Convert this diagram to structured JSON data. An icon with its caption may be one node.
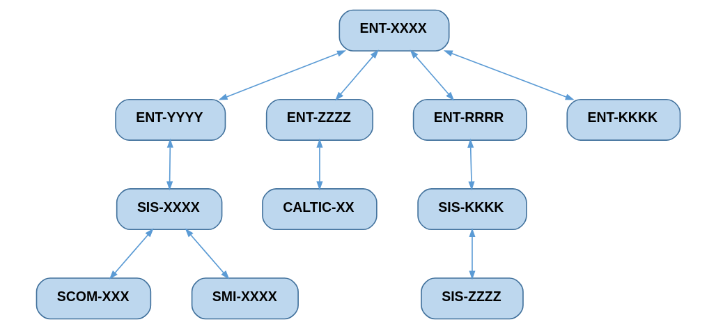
{
  "diagram": {
    "nodes": [
      {
        "text": [
          "ENT-XXXX"
        ]
      },
      {
        "text": [
          "ENT-YYYY"
        ]
      },
      {
        "text": [
          "ENT-ZZZZ"
        ]
      },
      {
        "text": [
          "ENT-RRRR"
        ]
      },
      {
        "text": [
          "ENT-KKKK"
        ]
      },
      {
        "text": [
          "SIS-XXXX"
        ]
      },
      {
        "text": [
          "CALTIC-XX"
        ]
      },
      {
        "text": [
          "SIS-KKKK"
        ]
      },
      {
        "text": [
          "SCOM-XXX"
        ]
      },
      {
        "text": [
          "SMI-XXXX"
        ]
      },
      {
        "text": [
          "SIS-ZZZZ"
        ]
      }
    ],
    "edges": [
      {
        "from": 0,
        "to": 1,
        "arrow": "both"
      },
      {
        "from": 0,
        "to": 2,
        "arrow": "both"
      },
      {
        "from": 0,
        "to": 3,
        "arrow": "both"
      },
      {
        "from": 0,
        "to": 4,
        "arrow": "both"
      },
      {
        "from": 1,
        "to": 5,
        "arrow": "both"
      },
      {
        "from": 2,
        "to": 6,
        "arrow": "both"
      },
      {
        "from": 3,
        "to": 7,
        "arrow": "both"
      },
      {
        "from": 5,
        "to": 8,
        "arrow": "both"
      },
      {
        "from": 5,
        "to": 9,
        "arrow": "both"
      },
      {
        "from": 7,
        "to": 10,
        "arrow": "both"
      }
    ]
  }
}
